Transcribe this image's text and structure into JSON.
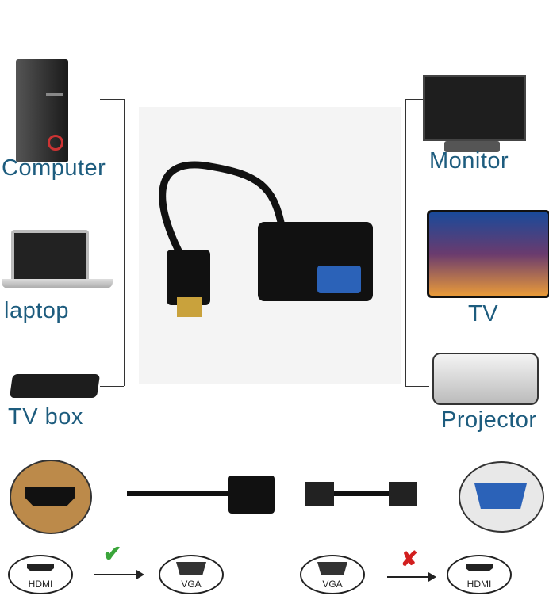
{
  "left_devices": [
    {
      "label": "Computer"
    },
    {
      "label": "laptop"
    },
    {
      "label": "TV box"
    }
  ],
  "right_devices": [
    {
      "label": "Monitor"
    },
    {
      "label": "TV"
    },
    {
      "label": "Projector"
    }
  ],
  "compat": {
    "hdmi": "HDMI",
    "vga": "VGA",
    "ok_mark": "✔",
    "no_mark": "✘"
  },
  "colors": {
    "label": "#1d5c7e",
    "check": "#3aa53a",
    "cross": "#d21f1f",
    "vga_blue": "#2b62b8"
  }
}
